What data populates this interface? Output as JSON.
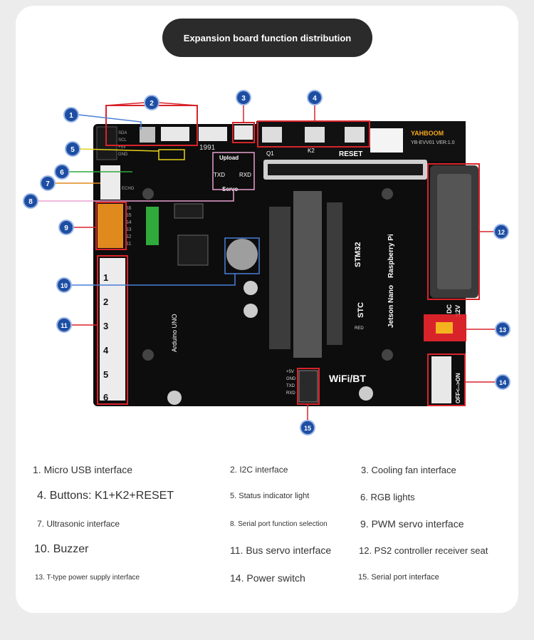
{
  "title": "Expansion board function distribution",
  "board": {
    "brand": "YAHBOOM",
    "version": "YB-EVV01  VER:1.0",
    "num1991": "1991",
    "upload": "Upload",
    "servo": "Servo",
    "txd": "TXD",
    "rxd": "RXD",
    "q1": "Q1",
    "k2": "K2",
    "reset": "RESET",
    "stm32": "STM32",
    "stc": "STC",
    "red": "RED",
    "jetson": "Jetson Nano",
    "rpi": "Raspberry Pi",
    "wifi": "WiFi/BT",
    "arduino": "Arduino UNO",
    "dc": "DC",
    "v12": "12V",
    "offon": "OFF<-->ON",
    "sda": "SDA",
    "scl": "SCL",
    "plus5v": "+5V",
    "gnd": "GND",
    "echo": "ECHO",
    "s_labels": [
      "S6",
      "S5",
      "S4",
      "S3",
      "S2",
      "S1"
    ],
    "bus_nums": [
      "1",
      "2",
      "3",
      "4",
      "5",
      "6"
    ],
    "serial_labels": [
      "+5V",
      "GND",
      "TXD",
      "RXD"
    ]
  },
  "badges": [
    "1",
    "2",
    "3",
    "4",
    "5",
    "6",
    "7",
    "8",
    "9",
    "10",
    "11",
    "12",
    "13",
    "14",
    "15"
  ],
  "legend": [
    {
      "text": "1. Micro USB interface"
    },
    {
      "text": "2. I2C interface"
    },
    {
      "text": "3. Cooling fan interface"
    },
    {
      "text": "4. Buttons: K1+K2+RESET"
    },
    {
      "text": "5. Status indicator light"
    },
    {
      "text": "6. RGB lights"
    },
    {
      "text": "7. Ultrasonic interface"
    },
    {
      "text": "8. Serial port function selection"
    },
    {
      "text": "9. PWM servo interface"
    },
    {
      "text": "10. Buzzer"
    },
    {
      "text": "11. Bus servo interface"
    },
    {
      "text": "12. PS2 controller receiver seat"
    },
    {
      "text": "13. T-type power supply interface"
    },
    {
      "text": "14. Power switch"
    },
    {
      "text": "15. Serial port interface"
    }
  ],
  "colors": {
    "badge": "#1d4ea3",
    "board": "#0d0d0d",
    "highlight": "#d8232a",
    "title_bg": "#2b2b2b"
  }
}
